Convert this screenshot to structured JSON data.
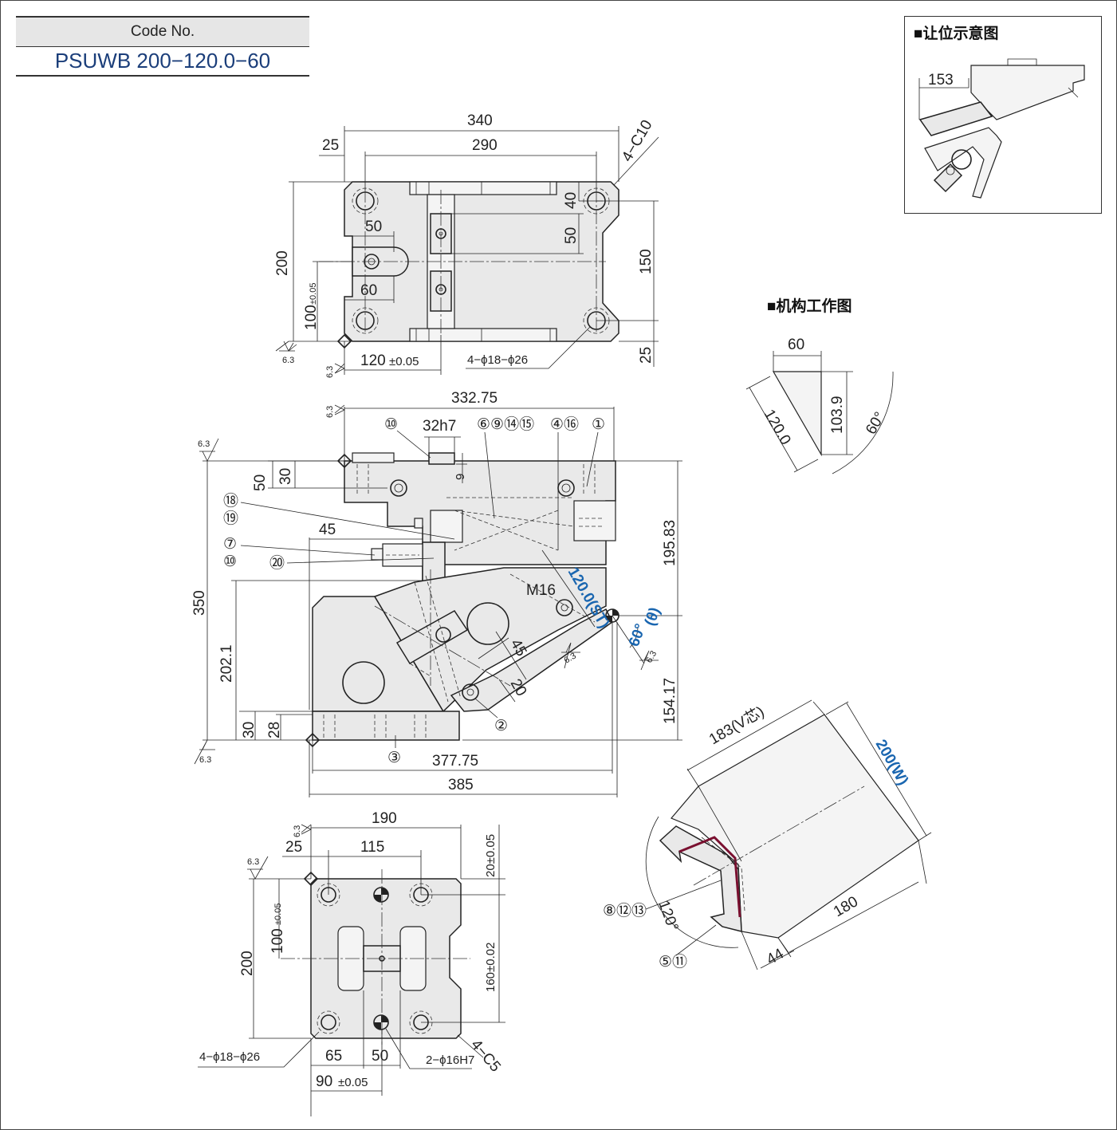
{
  "code_box": {
    "header": "Code No.",
    "value": "PSUWB 200−120.0−60"
  },
  "inset": {
    "title": "■让位示意图",
    "dim": "153"
  },
  "mechanism": {
    "title": "■机构工作图",
    "dim_top": "60",
    "dim_slant": "120.0",
    "dim_height": "103.9",
    "angle": "60°"
  },
  "top_view": {
    "dims": {
      "overall_width": "340",
      "hole_pitch_x": "290",
      "edge_x": "25",
      "chamfer": "4−C10",
      "height": "200",
      "dim_40": "40",
      "dim_50_v": "50",
      "dim_50_h": "50",
      "hole_pitch_y": "150",
      "dim_60": "60",
      "tol_100": "100",
      "tol_100_sfx": "±0.05",
      "tol_120": "120",
      "tol_120_sfx": "±0.05",
      "holes": "4−ϕ18−ϕ26",
      "edge_y": "25",
      "rough_a": "6.3",
      "rough_b": "6.3"
    }
  },
  "front_view": {
    "dims": {
      "top_width": "332.75",
      "key": "32h7",
      "dim_9": "9",
      "dim_50": "50",
      "dim_30": "30",
      "dim_45_left": "45",
      "height_350": "350",
      "height_202": "202.1",
      "dim_30_bottom": "30",
      "dim_28": "28",
      "right_upper": "195.83",
      "right_lower": "154.17",
      "m16": "M16",
      "stroke": "120.0(ST)",
      "angle": "60°",
      "theta": "(θ)",
      "dim_45_slide": "45",
      "dim_20": "20",
      "width_377": "377.75",
      "width_385": "385",
      "rough_a": "6.3",
      "rough_b": "6.3",
      "rough_c": "6.3",
      "rough_d": "6.3",
      "rough_e": "6.3"
    },
    "callouts": {
      "c17": "⑩",
      "c_group_top": "⑥⑨⑭⑮",
      "c_4_16": "④⑯",
      "c1": "①",
      "c18": "⑱",
      "c19": "⑲",
      "c7": "⑦",
      "c10": "⑩",
      "c20": "⑳",
      "c2": "②",
      "c3": "③"
    }
  },
  "bottom_view": {
    "dims": {
      "width_190": "190",
      "dim_25": "25",
      "dim_115": "115",
      "tol_20": "20±0.05",
      "tol_100": "100",
      "tol_100_sfx": "±0.05",
      "height_200": "200",
      "tol_160": "160±0.02",
      "holes": "4−ϕ18−ϕ26",
      "dim_65": "65",
      "dim_50": "50",
      "pins": "2−ϕ16H7",
      "chamfer": "4−C5",
      "tol_90": "90",
      "tol_90_sfx": "±0.05",
      "rough_a": "6.3",
      "rough_b": "6.3"
    }
  },
  "iso_view": {
    "dims": {
      "v_core": "183(V芯)",
      "width_w": "200(W)",
      "angle_120": "120°",
      "len_180": "180",
      "dim_44": "44"
    },
    "callouts": {
      "c_8_12_13": "⑧⑫⑬",
      "c_5_11": "⑤⑪"
    }
  }
}
